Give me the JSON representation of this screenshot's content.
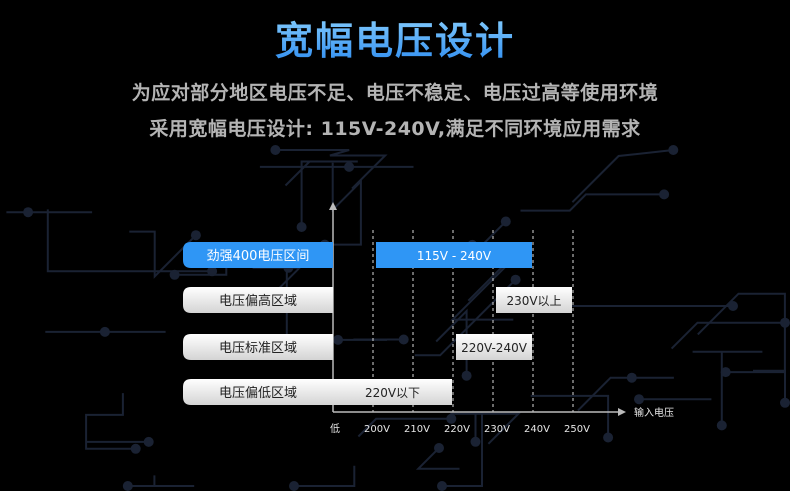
{
  "header": {
    "title": "宽幅电压设计",
    "subtitle_line1": "为应对部分地区电压不足、电压不稳定、电压过高等使用环境",
    "subtitle_line2": "采用宽幅电压设计: 115V-240V,满足不同环境应用需求"
  },
  "colors": {
    "background": "#000000",
    "accent_blue": "#2f96f5",
    "title_blue": "#4ab0ff",
    "label_white": "#eeeeee",
    "text_dark": "#222222",
    "axis": "#bbbbbb",
    "circuit": "#1a2233"
  },
  "chart_data": {
    "type": "bar",
    "orientation": "horizontal-range",
    "xlabel": "输入电压",
    "x_ticks": [
      "低",
      "200V",
      "210V",
      "220V",
      "230V",
      "240V",
      "250V"
    ],
    "categories": [
      "劲强400电压区间",
      "电压偏高区域",
      "电压标准区域",
      "电压偏低区域"
    ],
    "ranges": [
      {
        "category": "劲强400电压区间",
        "label": "115V - 240V",
        "start": "200V",
        "end": "240V",
        "highlight": true
      },
      {
        "category": "电压偏高区域",
        "label": "230V以上",
        "start": "230V",
        "end": "250V",
        "highlight": false
      },
      {
        "category": "电压标准区域",
        "label": "220V-240V",
        "start": "220V",
        "end": "240V",
        "highlight": false
      },
      {
        "category": "电压偏低区域",
        "label": "220V以下",
        "start": "低",
        "end": "220V",
        "highlight": false
      }
    ],
    "grid": "dashed vertical at tick positions"
  }
}
